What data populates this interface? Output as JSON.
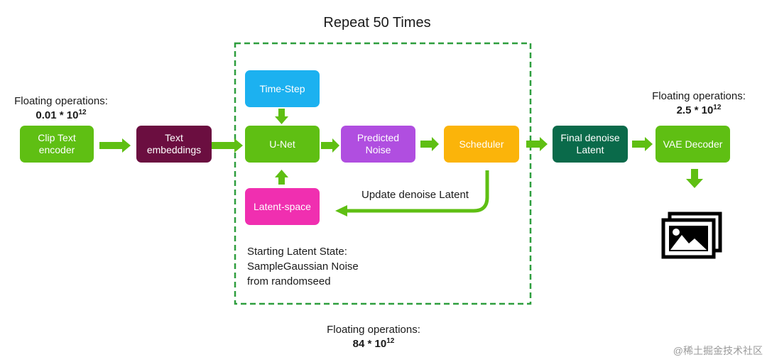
{
  "loop": {
    "title": "Repeat 50 Times"
  },
  "nodes": {
    "clip_text_encoder": "Clip Text\nencoder",
    "text_embeddings": "Text\nembeddings",
    "time_step": "Time-Step",
    "unet": "U-Net",
    "predicted_noise": "Predicted\nNoise",
    "scheduler": "Scheduler",
    "latent_space": "Latent-space",
    "final_denoise_latent": "Final denoise\nLatent",
    "vae_decoder": "VAE Decoder"
  },
  "labels": {
    "update_denoise_latent": "Update denoise Latent",
    "starting_state": [
      "Starting Latent State:",
      "SampleGaussian Noise",
      "from randomseed"
    ]
  },
  "flops": {
    "clip": {
      "label": "Floating operations:",
      "coef": "0.01 * 10",
      "exp": "12"
    },
    "vae": {
      "label": "Floating operations:",
      "coef": "2.5 * 10",
      "exp": "12"
    },
    "loop": {
      "label": "Floating operations:",
      "coef": "84 * 10",
      "exp": "12"
    }
  },
  "watermark": "@稀土掘金技术社区",
  "colors": {
    "green": "#5fbf13",
    "dark_maroon": "#6b0e40",
    "cyan": "#1cb1f0",
    "purple": "#b04ee0",
    "orange": "#fbb40a",
    "pink": "#f02fb0",
    "dark_teal": "#0a6a4a",
    "dash_border": "#2e9e3e",
    "arrow": "#5fbf13"
  },
  "icons": {
    "output_image": "image-stack-icon"
  }
}
